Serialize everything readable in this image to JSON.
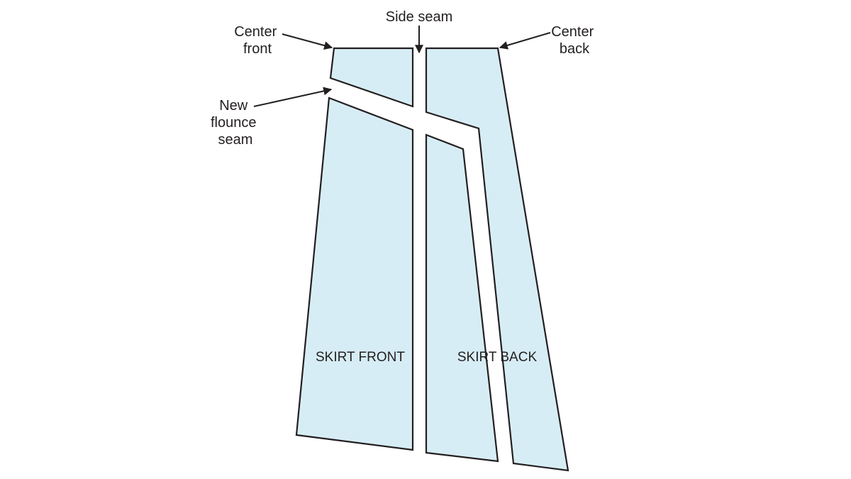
{
  "colors": {
    "fill": "#d7edf5",
    "stroke": "#231f20",
    "text": "#231f20"
  },
  "labels": {
    "center_front": [
      "Center",
      "front"
    ],
    "side_seam": "Side seam",
    "center_back": [
      "Center",
      "back"
    ],
    "new_flounce_seam": [
      "New",
      "flounce",
      "seam"
    ],
    "skirt_front": "SKIRT FRONT",
    "skirt_back": "SKIRT BACK"
  }
}
